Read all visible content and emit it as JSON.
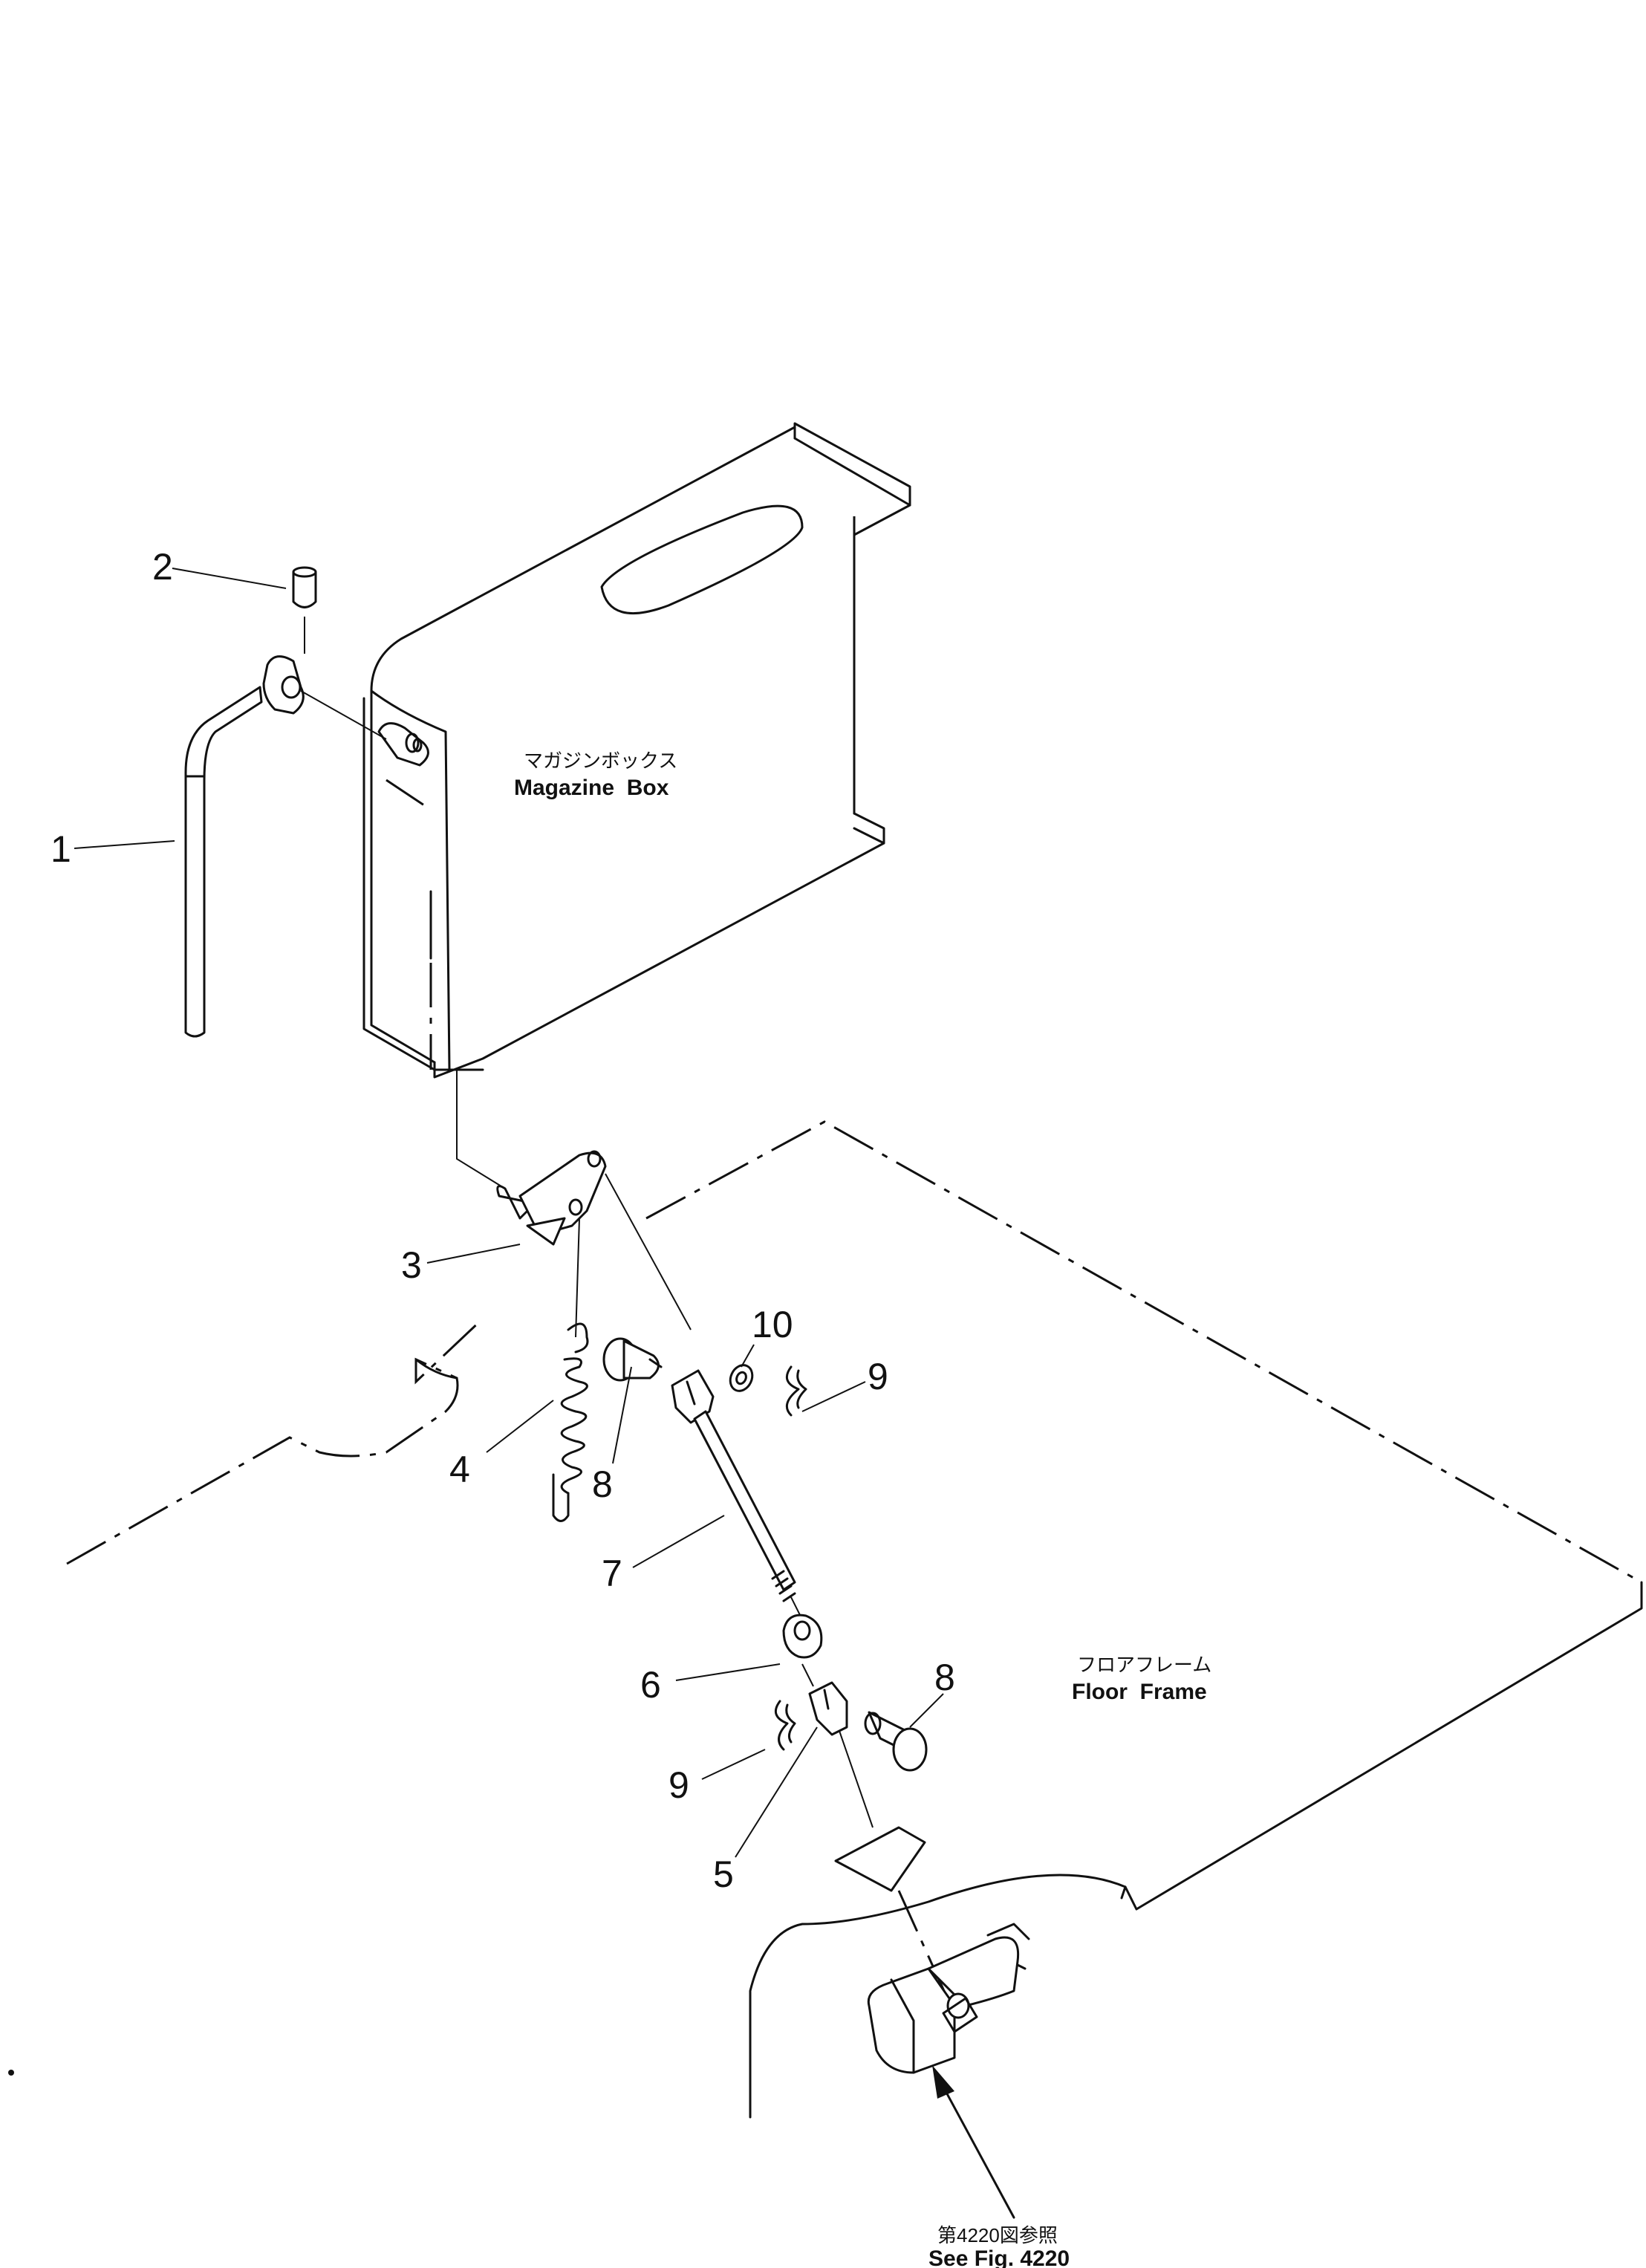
{
  "labels": {
    "magazine_box_jp": "マガジンボックス",
    "magazine_box_en": "Magazine  Box",
    "floor_frame_jp": "フロアフレーム",
    "floor_frame_en": "Floor  Frame",
    "see_fig_jp": "第4220図参照",
    "see_fig_en": "See Fig. 4220"
  },
  "callouts": {
    "c1": "1",
    "c2": "2",
    "c3": "3",
    "c4": "4",
    "c5": "5",
    "c6": "6",
    "c7": "7",
    "c8a": "8",
    "c8b": "8",
    "c9a": "9",
    "c9b": "9",
    "c10": "10"
  }
}
